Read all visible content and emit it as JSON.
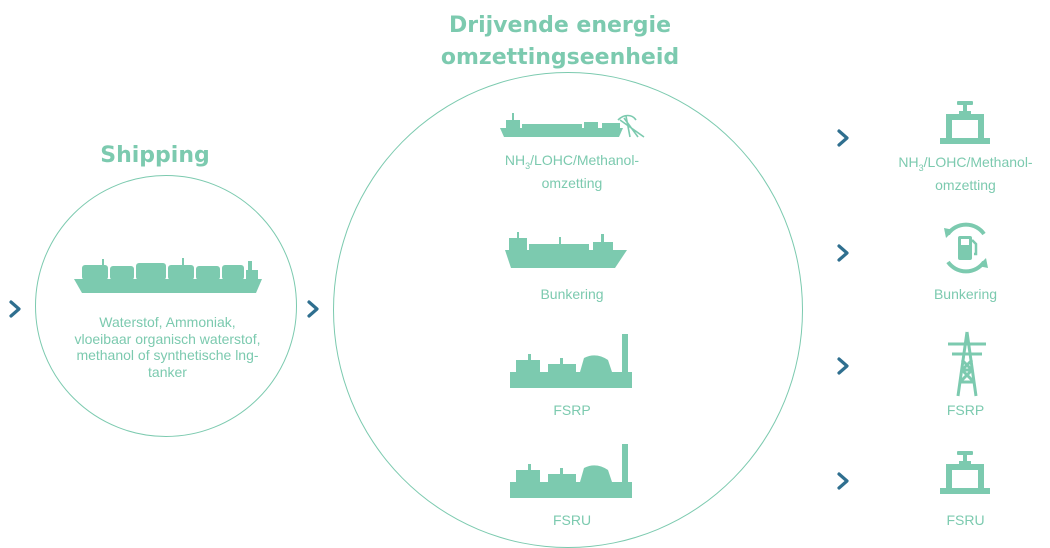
{
  "headings": {
    "shipping": "Shipping",
    "conversion_line1": "Drijvende energie",
    "conversion_line2": "omzettingseenheid"
  },
  "shipping": {
    "description": "Waterstof, Ammoniak, vloeibaar organisch waterstof, methanol of synthetische lng-tanker"
  },
  "units": [
    {
      "label_prefix": "NH",
      "label_sub": "3",
      "label_suffix": "/LOHC/Methanol-",
      "label_line2": "omzetting"
    },
    {
      "label": "Bunkering"
    },
    {
      "label": "FSRP"
    },
    {
      "label": "FSRU"
    }
  ],
  "outputs": [
    {
      "label_prefix": "NH",
      "label_sub": "3",
      "label_suffix": "/LOHC/Methanol-",
      "label_line2": "omzetting",
      "icon": "pipeline-valve-icon"
    },
    {
      "label": "Bunkering",
      "icon": "fuel-pump-cycle-icon"
    },
    {
      "label": "FSRP",
      "icon": "power-pylon-icon"
    },
    {
      "label": "FSRU",
      "icon": "pipeline-valve-icon"
    }
  ],
  "colors": {
    "accent": "#7ccaaf",
    "arrow": "#2f6f8f"
  }
}
